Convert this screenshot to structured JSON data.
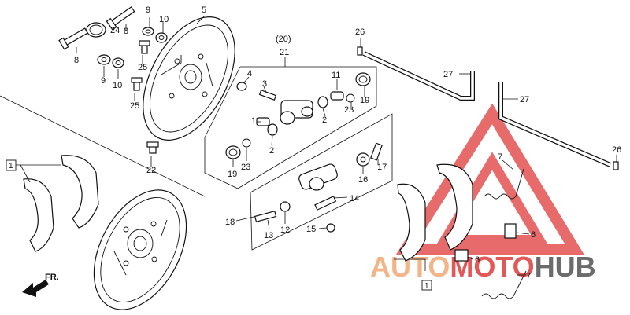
{
  "watermark": {
    "part1": "AUTO",
    "part2": "MOTO",
    "part3": "HUB",
    "color_orange": "#f2b58a",
    "color_red": "#e03a3a",
    "color_gray": "#6b6b6b"
  },
  "direction_label": "FR.",
  "labels": {
    "p1a": "1",
    "p1b": "1",
    "p2a": "2",
    "p2b": "2",
    "p3": "3",
    "p4": "4",
    "p5": "5",
    "p6a": "6",
    "p6b": "6",
    "p7a": "7",
    "p7b": "7",
    "p8a": "8",
    "p8b": "8",
    "p9a": "9",
    "p9b": "9",
    "p10a": "10",
    "p10b": "10",
    "p11a": "11",
    "p11b": "11",
    "p12": "12",
    "p13": "13",
    "p14": "14",
    "p15": "15",
    "p16": "16",
    "p17": "17",
    "p18": "18",
    "p19a": "19",
    "p19b": "19",
    "p20": "(20)",
    "p21": "21",
    "p22": "22",
    "p23a": "23",
    "p23b": "23",
    "p24": "24",
    "p25a": "25",
    "p25b": "25",
    "p26a": "26",
    "p26b": "26",
    "p27a": "27",
    "p27b": "27"
  }
}
